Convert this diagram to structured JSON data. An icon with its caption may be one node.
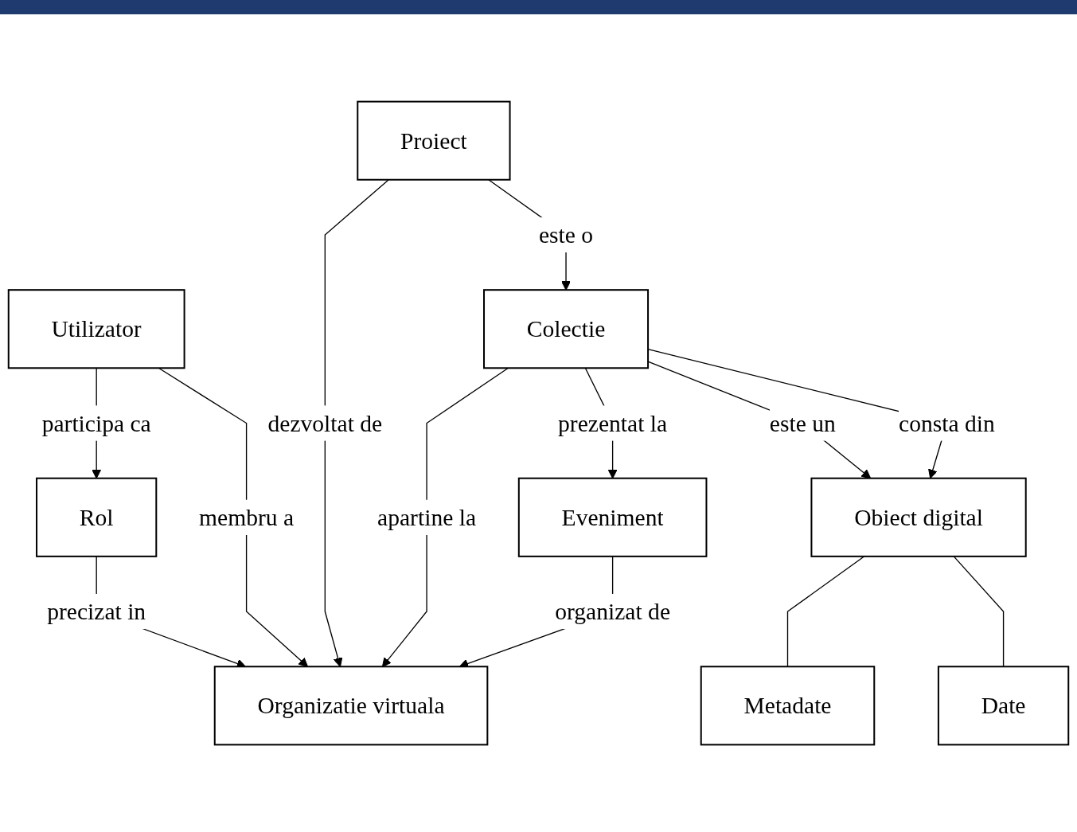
{
  "diagram": {
    "nodes": [
      {
        "text": [
          "Rol"
        ]
      },
      {
        "text": [
          "Utilizator"
        ]
      },
      {
        "text": [
          "Proiect"
        ]
      },
      {
        "text": [
          "Organizatie virtuala"
        ]
      },
      {
        "text": [
          "Colectie"
        ]
      },
      {
        "text": [
          "Eveniment"
        ]
      },
      {
        "text": [
          "Obiect digital"
        ]
      },
      {
        "text": [
          "Metadate"
        ]
      },
      {
        "text": [
          "Date"
        ]
      }
    ],
    "edges": [
      {
        "from": 1,
        "to": 0,
        "arrow": "to",
        "label": "participa ca"
      },
      {
        "from": 0,
        "to": 3,
        "arrow": "to",
        "label": "precizat in"
      },
      {
        "from": 2,
        "to": 3,
        "arrow": "to",
        "label": "dezvoltat de"
      },
      {
        "from": 1,
        "to": 3,
        "arrow": "to",
        "label": "membru a"
      },
      {
        "from": 2,
        "to": 4,
        "arrow": "to",
        "label": "este o"
      },
      {
        "from": 4,
        "to": 3,
        "arrow": "to",
        "label": "apartine la"
      },
      {
        "from": 4,
        "to": 5,
        "arrow": "to",
        "label": "prezentat la"
      },
      {
        "from": 5,
        "to": 3,
        "arrow": "to",
        "label": "organizat de"
      },
      {
        "from": 4,
        "to": 6,
        "arrow": "to",
        "label": "este un"
      },
      {
        "from": 4,
        "to": 6,
        "arrow": "to",
        "label": "consta din"
      },
      {
        "from": 6,
        "to": 7,
        "arrow": "none"
      },
      {
        "from": 6,
        "to": 8,
        "arrow": "none"
      }
    ]
  }
}
